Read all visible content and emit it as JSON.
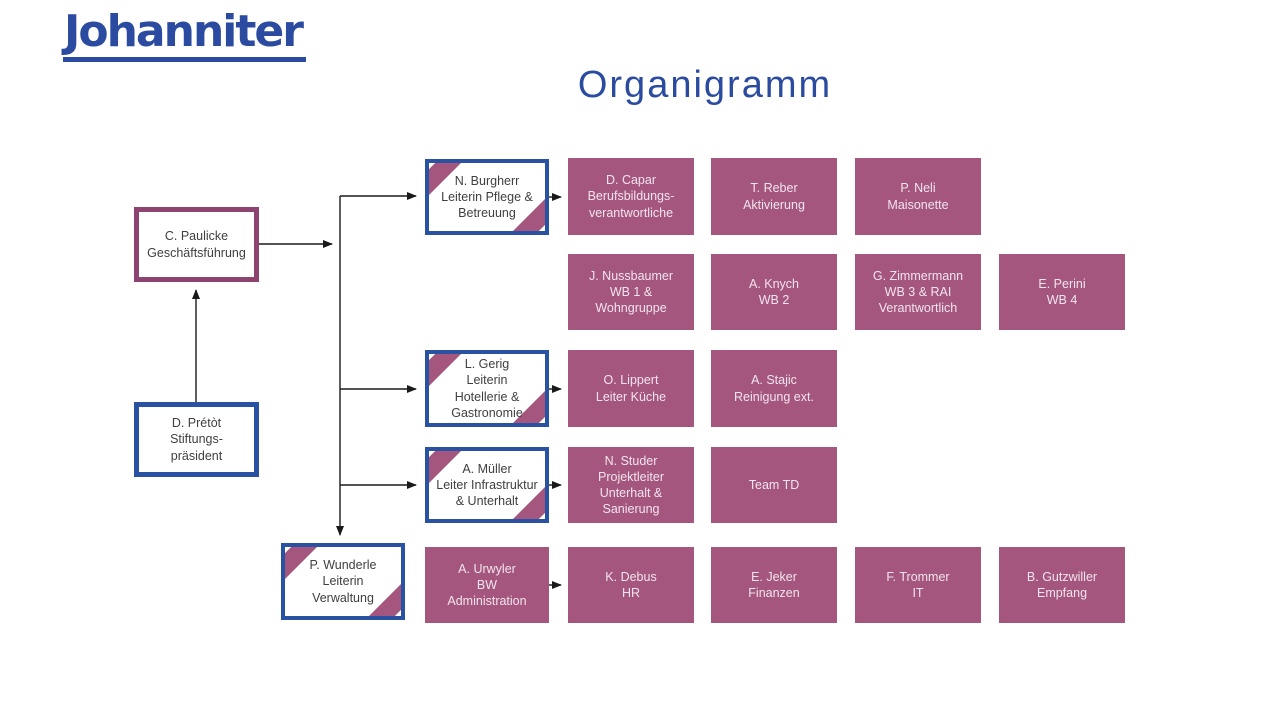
{
  "page": {
    "logo_text": "Johanniter",
    "title": "Organigramm"
  },
  "colors": {
    "accent-blue": "#2b4ba0",
    "border-blue": "#2952a2",
    "purple": "#a4567e",
    "purple-border": "#8e4470",
    "text-light": "#f2e4ec",
    "text-dark": "#3f3f3f",
    "line": "#1a1a1a"
  },
  "boxes": {
    "paulicke": {
      "lines": [
        "C. Paulicke",
        "Geschäftsführung"
      ]
    },
    "pretot": {
      "lines": [
        "D. Prétòt",
        "Stiftungs-",
        "präsident"
      ]
    },
    "burgherr": {
      "lines": [
        "N. Burgherr",
        "Leiterin Pflege &",
        "Betreuung"
      ]
    },
    "gerig": {
      "lines": [
        "L. Gerig",
        "Leiterin",
        "Hotellerie &",
        "Gastronomie"
      ]
    },
    "mueller": {
      "lines": [
        "A. Müller",
        "Leiter Infrastruktur",
        "& Unterhalt"
      ]
    },
    "wunderle": {
      "lines": [
        "P. Wunderle",
        "Leiterin",
        "Verwaltung"
      ]
    },
    "capar": {
      "lines": [
        "D. Capar",
        "Berufsbildungs-",
        "verantwortliche"
      ]
    },
    "reber": {
      "lines": [
        "T. Reber",
        "Aktivierung"
      ]
    },
    "neli": {
      "lines": [
        "P. Neli",
        "Maisonette"
      ]
    },
    "nussbaumer": {
      "lines": [
        "J. Nussbaumer",
        "WB 1 &",
        "Wohngruppe"
      ]
    },
    "knych": {
      "lines": [
        "A. Knych",
        "WB 2"
      ]
    },
    "zimmermann": {
      "lines": [
        "G. Zimmermann",
        "WB 3 & RAI",
        "Verantwortlich"
      ]
    },
    "perini": {
      "lines": [
        "E. Perini",
        "WB 4"
      ]
    },
    "lippert": {
      "lines": [
        "O. Lippert",
        "Leiter Küche"
      ]
    },
    "stajic": {
      "lines": [
        "A. Stajic",
        "Reinigung ext."
      ]
    },
    "studer": {
      "lines": [
        "N. Studer",
        "Projektleiter",
        "Unterhalt &",
        "Sanierung"
      ]
    },
    "team_td": {
      "lines": [
        "Team TD"
      ]
    },
    "urwyler": {
      "lines": [
        "A. Urwyler",
        "BW",
        "Administration"
      ]
    },
    "debus": {
      "lines": [
        "K. Debus",
        "HR"
      ]
    },
    "jeker": {
      "lines": [
        "E. Jeker",
        "Finanzen"
      ]
    },
    "trommer": {
      "lines": [
        "F. Trommer",
        "IT"
      ]
    },
    "gutzwiller": {
      "lines": [
        "B. Gutzwiller",
        "Empfang"
      ]
    }
  }
}
